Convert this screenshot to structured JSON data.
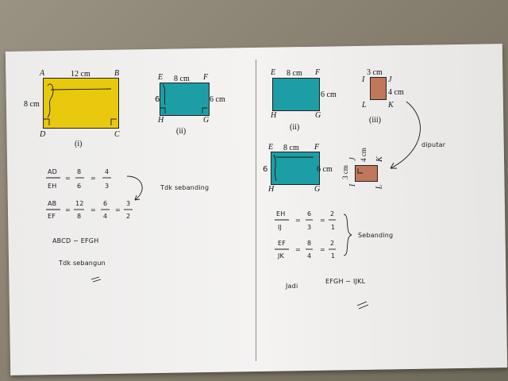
{
  "left": {
    "fig1": {
      "vertex_a": "A",
      "vertex_b": "B",
      "vertex_c": "C",
      "vertex_d": "D",
      "top_len": "12 cm",
      "left_len": "8 cm",
      "caption": "(i)"
    },
    "fig2": {
      "vertex_e": "E",
      "vertex_f": "F",
      "vertex_g": "G",
      "vertex_h": "H",
      "top_len": "8 cm",
      "right_len": "6 cm",
      "hand_len": "6",
      "caption": "(ii)"
    },
    "calc": {
      "ratio1_num": "AD",
      "ratio1_den": "EH",
      "ratio1_v1_num": "8",
      "ratio1_v1_den": "6",
      "ratio1_v2_num": "4",
      "ratio1_v2_den": "3",
      "ratio2_num": "AB",
      "ratio2_den": "EF",
      "ratio2_v1_num": "12",
      "ratio2_v1_den": "8",
      "ratio2_v2_num": "6",
      "ratio2_v2_den": "4",
      "ratio2_v3_num": "3",
      "ratio2_v3_den": "2",
      "eq": "=",
      "note": "Tdk sebanding",
      "conclusion": "ABCD ∽ EFGH",
      "conclusion_note": "Tdk sebangun"
    }
  },
  "right": {
    "fig2": {
      "vertex_e": "E",
      "vertex_f": "F",
      "vertex_g": "G",
      "vertex_h": "H",
      "top_len": "8 cm",
      "right_len": "6 cm",
      "caption": "(ii)"
    },
    "fig3": {
      "vertex_i": "I",
      "vertex_j": "J",
      "vertex_k": "K",
      "vertex_l": "L",
      "top_len": "3 cm",
      "right_len": "4 cm",
      "caption": "(iii)"
    },
    "rotate_label": "diputar",
    "fig2b": {
      "vertex_e": "E",
      "vertex_f": "F",
      "vertex_g": "G",
      "vertex_h": "H",
      "top_len": "8 cm",
      "right_len": "6 cm",
      "hand_len": "6"
    },
    "fig3b": {
      "vertex_i": "I",
      "vertex_j": "J",
      "vertex_k": "K",
      "vertex_l": "L",
      "len_a": "4 cm",
      "len_b": "3 cm"
    },
    "calc": {
      "ratio1_num": "EH",
      "ratio1_den": "IJ",
      "ratio1_v1_num": "6",
      "ratio1_v1_den": "3",
      "ratio1_v2_num": "2",
      "ratio1_v2_den": "1",
      "ratio2_num": "EF",
      "ratio2_den": "JK",
      "ratio2_v1_num": "8",
      "ratio2_v1_den": "4",
      "ratio2_v2_num": "2",
      "ratio2_v2_den": "1",
      "eq": "=",
      "note": "Sebanding",
      "conclusion_prefix": "Jadi",
      "conclusion": "EFGH ∽ IJKL"
    }
  },
  "colors": {
    "yellow": "#e8c90e",
    "teal": "#1d9ea6",
    "brown": "#c0785a",
    "paper": "#f1f0ee"
  }
}
